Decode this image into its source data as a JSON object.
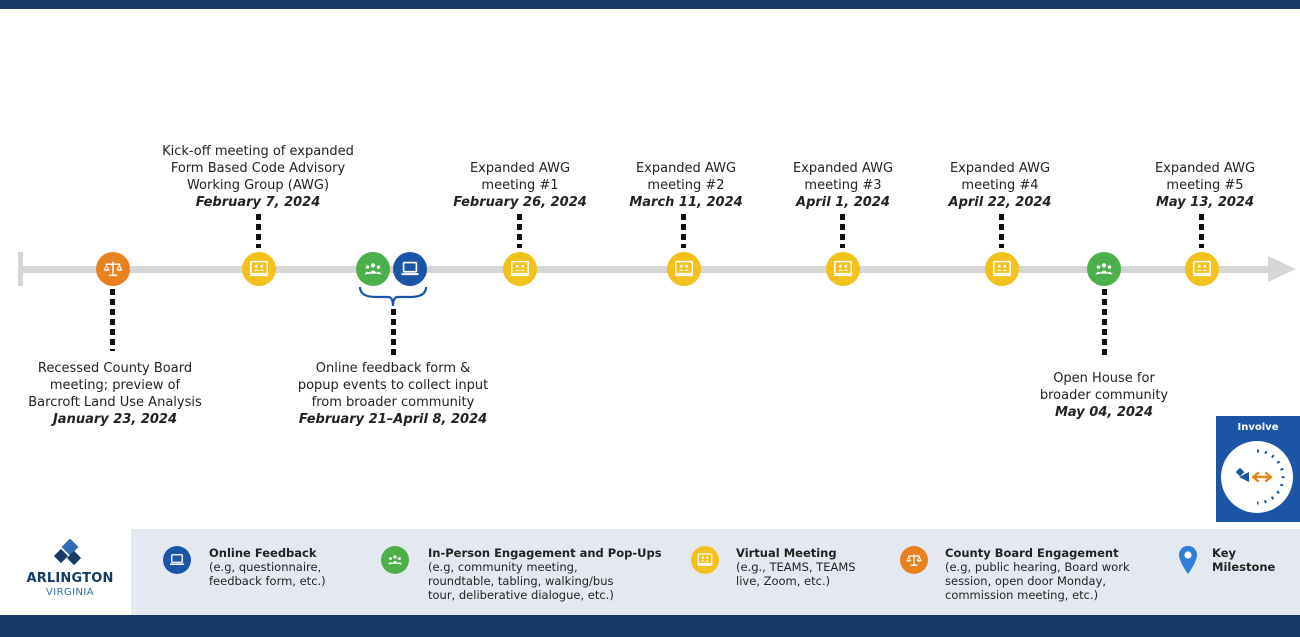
{
  "milestones": [
    {
      "id": "county-board",
      "type": "county-board",
      "lines": [
        "Recessed County Board",
        "meeting; preview of",
        "Barcroft Land Use Analysis"
      ],
      "date": "January 23, 2024"
    },
    {
      "id": "kickoff",
      "type": "virtual",
      "lines": [
        "Kick-off meeting of expanded",
        "Form Based Code Advisory",
        "Working Group (AWG)"
      ],
      "date": "February 7, 2024"
    },
    {
      "id": "feedback",
      "type": "in-person+online",
      "lines": [
        "Online feedback form &",
        "popup events to collect input",
        "from broader community"
      ],
      "date": "February 21–April 8, 2024"
    },
    {
      "id": "awg1",
      "type": "virtual",
      "lines": [
        "Expanded AWG",
        "meeting #1"
      ],
      "date": "February 26, 2024"
    },
    {
      "id": "awg2",
      "type": "virtual",
      "lines": [
        "Expanded AWG",
        "meeting #2"
      ],
      "date": "March 11, 2024"
    },
    {
      "id": "awg3",
      "type": "virtual",
      "lines": [
        "Expanded AWG",
        "meeting #3"
      ],
      "date": "April 1, 2024"
    },
    {
      "id": "awg4",
      "type": "virtual",
      "lines": [
        "Expanded AWG",
        "meeting #4"
      ],
      "date": "April 22, 2024"
    },
    {
      "id": "openhouse",
      "type": "in-person",
      "lines": [
        "Open House for",
        "broader community"
      ],
      "date": "May 04, 2024"
    },
    {
      "id": "awg5",
      "type": "virtual",
      "lines": [
        "Expanded AWG",
        "meeting #5"
      ],
      "date": "May 13, 2024"
    }
  ],
  "logo": {
    "title": "ARLINGTON",
    "subtitle": "VIRGINIA"
  },
  "legend": [
    {
      "title": "Online Feedback",
      "desc": [
        "(e.g, questionnaire,",
        "feedback form, etc.)"
      ],
      "icon": "laptop-icon",
      "color": "#1b55a6"
    },
    {
      "title": "In-Person Engagement and Pop-Ups",
      "desc": [
        "(e.g, community meeting,",
        "roundtable, tabling, walking/bus",
        "tour, deliberative dialogue, etc.)"
      ],
      "icon": "people-icon",
      "color": "#4bb04a"
    },
    {
      "title": "Virtual Meeting",
      "desc": [
        "(e.g., TEAMS, TEAMS",
        "live, Zoom, etc.)"
      ],
      "icon": "screen-people-icon",
      "color": "#f3c11b"
    },
    {
      "title": "County Board Engagement",
      "desc": [
        "(e.g, public hearing, Board work",
        "session, open door Monday,",
        "commission meeting, etc.)"
      ],
      "icon": "scales-icon",
      "color": "#e8821e"
    },
    {
      "title": "Key Milestone",
      "desc": [],
      "icon": "map-pin-icon",
      "color": "#2f7fd8"
    }
  ],
  "involve": {
    "label": "Involve"
  },
  "colors": {
    "navy": "#153a66",
    "orange": "#e8821e",
    "yellow": "#f3c11b",
    "green": "#4bb04a",
    "blue": "#1b55a6",
    "line": "#d6d6d6"
  }
}
